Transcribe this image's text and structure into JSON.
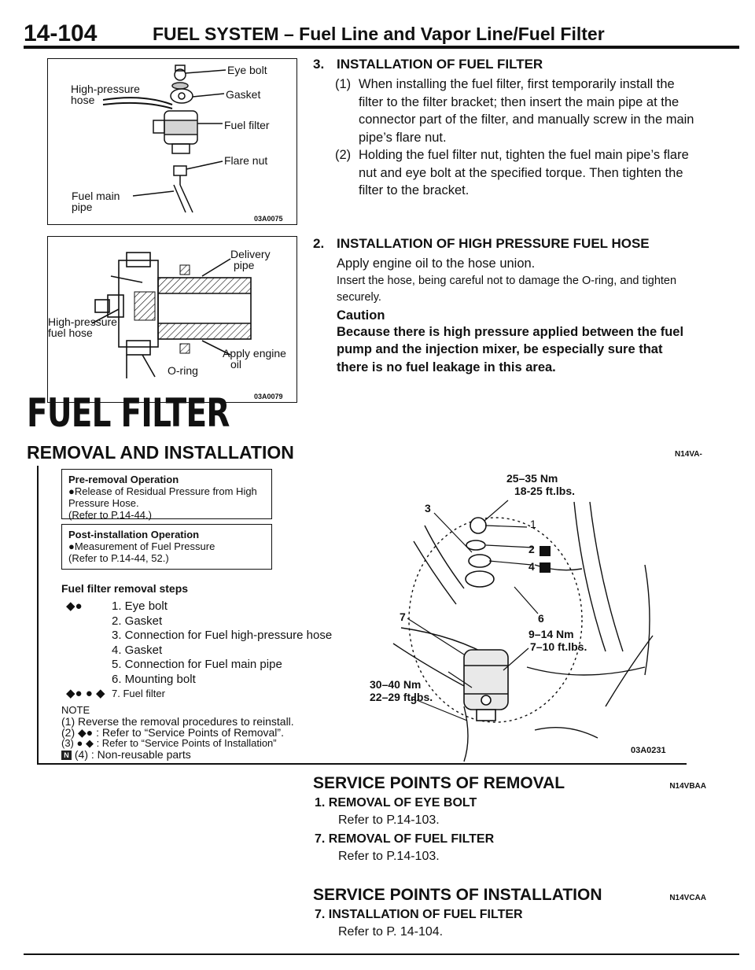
{
  "header": {
    "page_number": "14-104",
    "title": "FUEL SYSTEM – Fuel Line and Vapor Line/Fuel Filter"
  },
  "figure1": {
    "labels": {
      "eye_bolt": "Eye bolt",
      "high_pressure_hose_1": "High-pressure",
      "high_pressure_hose_2": "hose",
      "gasket": "Gasket",
      "fuel_filter": "Fuel filter",
      "flare_nut": "Flare nut",
      "fuel_main_pipe_1": "Fuel main",
      "fuel_main_pipe_2": "pipe"
    },
    "code": "03A0075"
  },
  "figure2": {
    "labels": {
      "delivery_pipe_1": "Delivery",
      "delivery_pipe_2": "pipe",
      "high_pressure_fuel_hose_1": "High-pressure",
      "high_pressure_fuel_hose_2": "fuel hose",
      "apply_engine_oil_1": "Apply engine",
      "apply_engine_oil_2": "oil",
      "o_ring": "O-ring"
    },
    "code": "03A0079"
  },
  "install_fuel_filter": {
    "number": "3.",
    "heading": "INSTALLATION OF FUEL FILTER",
    "steps": [
      {
        "n": "(1)",
        "text": "When installing the fuel filter, first temporarily install the filter to the filter bracket; then insert the main pipe at the connector part of the filter, and manually screw in the main pipe’s flare nut."
      },
      {
        "n": "(2)",
        "text": "Holding the fuel filter nut, tighten the fuel main pipe’s flare nut and eye bolt at the specified torque. Then tighten the filter to the bracket."
      }
    ]
  },
  "install_hose": {
    "number": "2.",
    "heading": "INSTALLATION OF HIGH PRESSURE FUEL HOSE",
    "p1": "Apply engine oil to the hose union.",
    "p2": "Insert the hose, being careful not to damage the O-ring, and tighten securely.",
    "caution_heading": "Caution",
    "caution_text": "Because there is high pressure applied between the fuel pump and the injection mixer, be especially sure that there is no fuel leakage in this area."
  },
  "fuel_filter_section": {
    "title": "FUEL FILTER",
    "subtitle": "REMOVAL AND INSTALLATION",
    "code": "N14VA-"
  },
  "pre_removal": {
    "heading": "Pre-removal Operation",
    "item": "●Release of Residual Pressure from High Pressure Hose.",
    "ref": "(Refer to P.14-44.)"
  },
  "post_install": {
    "heading": "Post-installation Operation",
    "item": "●Measurement of Fuel Pressure",
    "ref": "(Refer to P.14-44, 52.)"
  },
  "removal_steps": {
    "heading": "Fuel filter removal steps",
    "steps": [
      {
        "marker": "◆●",
        "text": "1. Eye bolt"
      },
      {
        "marker": "",
        "text": "2. Gasket"
      },
      {
        "marker": "",
        "text": "3. Connection for Fuel high-pressure hose"
      },
      {
        "marker": "",
        "text": "4. Gasket"
      },
      {
        "marker": "",
        "text": "5. Connection for Fuel main pipe"
      },
      {
        "marker": "",
        "text": "6. Mounting bolt"
      },
      {
        "marker": "◆●  ●  ◆",
        "text": "7. Fuel filter"
      }
    ]
  },
  "note": {
    "heading": "NOTE",
    "lines": [
      "(1) Reverse the removal procedures to reinstall.",
      "(2) ◆● : Refer to “Service Points of Removal”.",
      "(3) ● ◆ : Refer to “Service Points of Installation”",
      "(4) : Non-reusable parts"
    ],
    "badge": "N"
  },
  "figure3": {
    "torques": {
      "t1_nm": "25–35 Nm",
      "t1_ft": "18-25 ft.lbs.",
      "t2_nm": "30–40 Nm",
      "t2_ft": "22–29 ft.lbs.",
      "t3_nm": "9–14 Nm",
      "t3_ft": "7–10 ft.lbs."
    },
    "callouts": [
      "1",
      "2",
      "3",
      "4",
      "5",
      "6",
      "7"
    ],
    "badge": "N",
    "code": "03A0231"
  },
  "service_removal": {
    "heading": "SERVICE POINTS OF REMOVAL",
    "code": "N14VBAA",
    "items": [
      {
        "title": "1. REMOVAL OF EYE BOLT",
        "ref": "Refer to P.14-103."
      },
      {
        "title": "7. REMOVAL OF FUEL FILTER",
        "ref": "Refer to P.14-103."
      }
    ]
  },
  "service_install": {
    "heading": "SERVICE POINTS OF INSTALLATION",
    "code": "N14VCAA",
    "items": [
      {
        "title": "7. INSTALLATION OF FUEL FILTER",
        "ref": "Refer to P. 14-104."
      }
    ]
  },
  "colors": {
    "ink": "#111111",
    "paper": "#ffffff"
  }
}
